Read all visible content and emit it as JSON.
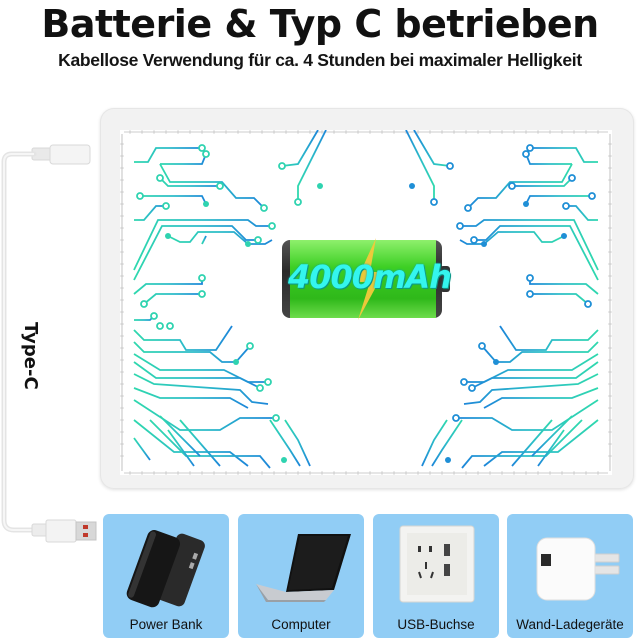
{
  "header": {
    "title": "Batterie & Typ C betrieben",
    "subtitle": "Kabellose Verwendung für ca. 4 Stunden bei maximaler Helligkeit"
  },
  "device": {
    "battery_label": "4000mAh",
    "cable_label": "Type-C",
    "circuit_colors": {
      "left": "#2ed3b0",
      "right": "#1f8fd6"
    },
    "battery_color": "#3fcf2a",
    "bolt_color": "#f5c93a"
  },
  "power_sources": [
    {
      "label": "Power Bank",
      "icon": "power-bank-icon"
    },
    {
      "label": "Computer",
      "icon": "laptop-icon"
    },
    {
      "label": "USB-Buchse",
      "icon": "wall-socket-icon"
    },
    {
      "label": "Wand-Ladegeräte",
      "icon": "wall-charger-icon"
    }
  ],
  "colors": {
    "card_background": "#91cdf5",
    "pad_frame": "#f2f2f2"
  }
}
